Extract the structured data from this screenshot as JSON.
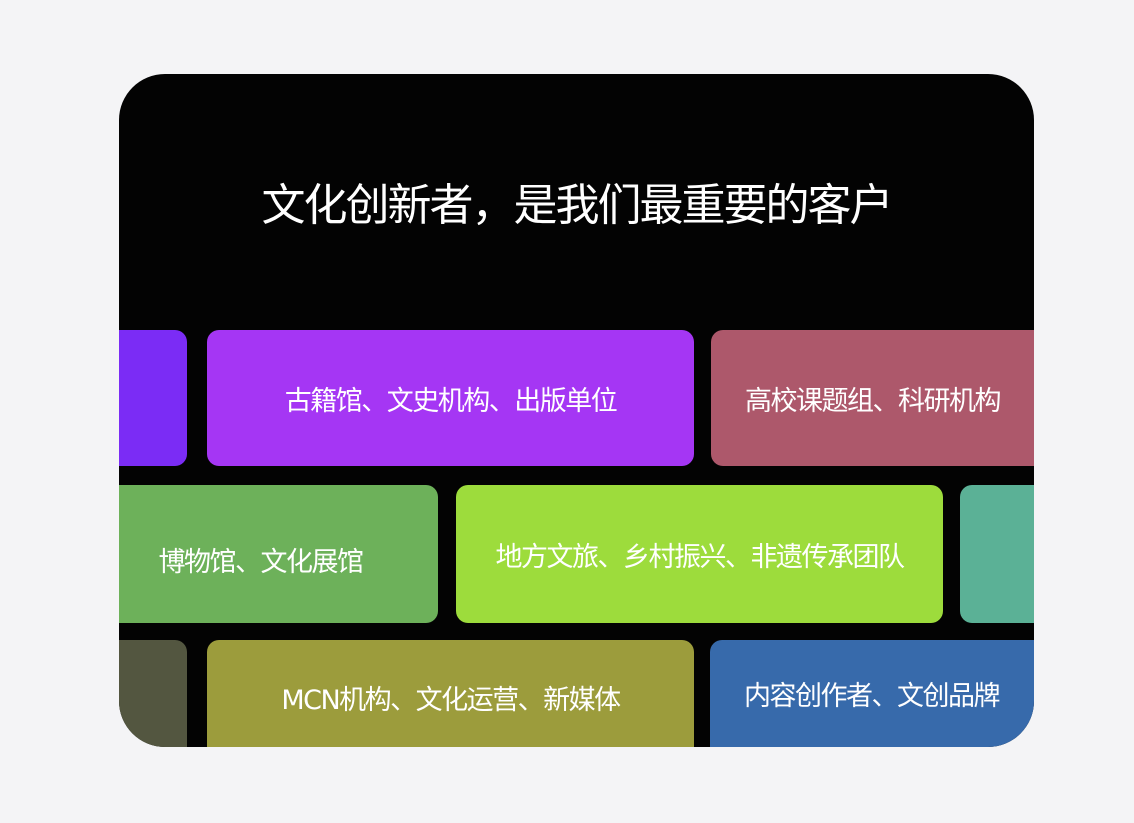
{
  "card": {
    "title": "文化创新者，是我们最重要的客户"
  },
  "tiles": [
    {
      "label": "",
      "color": "#7b2cf5"
    },
    {
      "label": "古籍馆、文史机构、出版单位",
      "color": "#a536f4"
    },
    {
      "label": "高校课题组、科研机构",
      "color": "#ad586b"
    },
    {
      "label": "博物馆、文化展馆",
      "color": "#6db15a"
    },
    {
      "label": "地方文旅、乡村振兴、非遗传承团队",
      "color": "#9ddc3c"
    },
    {
      "label": "",
      "color": "#5bb196"
    },
    {
      "label": "",
      "color": "#535640"
    },
    {
      "label": "MCN机构、文化运营、新媒体",
      "color": "#9c9c3c"
    },
    {
      "label": "内容创作者、文创品牌",
      "color": "#376aab"
    }
  ]
}
